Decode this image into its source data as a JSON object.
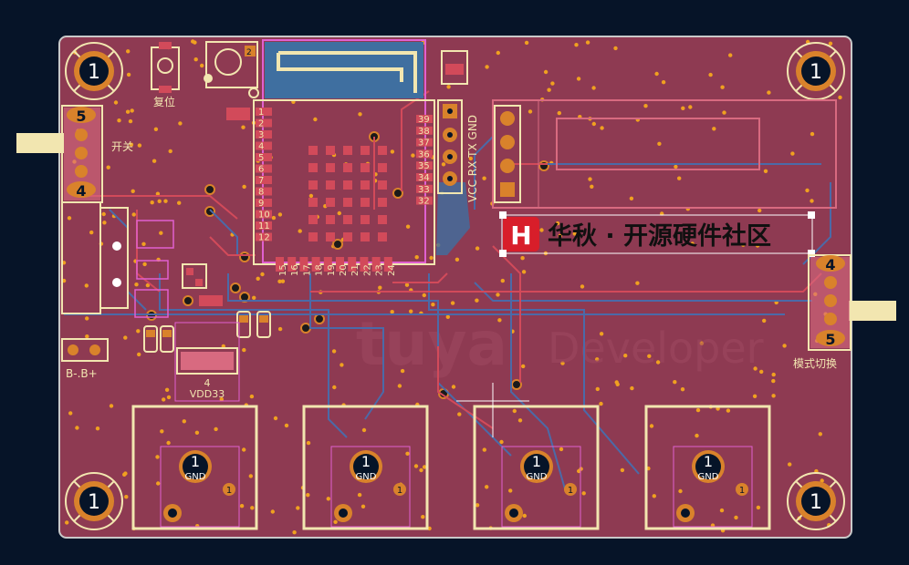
{
  "colors": {
    "background": "#061428",
    "board": "#8e3a52",
    "board_edge": "#c9c9c9",
    "silkscreen": "#f2e6b0",
    "copper_pad": "#d9822b",
    "via": "#f0a020",
    "trace_red": "#d24a5a",
    "trace_blue": "#4b6aa8",
    "module": "#3f6fa0",
    "keepout": "#e060d0",
    "logo_red": "#d81e2a"
  },
  "labels": {
    "reset": "复位",
    "switch": "开关",
    "battery": "B-.B+",
    "mode_switch": "模式切换",
    "vdd": "VDD33",
    "header_pins": "VCC RX TX GND",
    "brand": "华秋 · 开源硬件社区",
    "brand_logo_letter": "H",
    "watermark_tuya": "tuya",
    "watermark_developer": "Developer",
    "regulator_pin": "4",
    "gnd": "GND"
  },
  "mount_holes": [
    "1",
    "1",
    "1",
    "1"
  ],
  "switch_left_pins": [
    "5",
    "4"
  ],
  "switch_right_pins": [
    "4",
    "5"
  ],
  "module_pins_left": [
    "1",
    "2",
    "3",
    "4",
    "5",
    "6",
    "7",
    "8",
    "9",
    "10",
    "11",
    "12"
  ],
  "module_pins_right": [
    "39",
    "38",
    "37",
    "36",
    "35",
    "34",
    "33",
    "32"
  ],
  "module_pins_bottom": [
    "15",
    "16",
    "17",
    "18",
    "19",
    "20",
    "21",
    "22",
    "23",
    "24"
  ],
  "outputs": [
    {
      "gnd_pin": "1",
      "pin": "1"
    },
    {
      "gnd_pin": "1",
      "pin": "1"
    },
    {
      "gnd_pin": "1",
      "pin": "1"
    },
    {
      "gnd_pin": "1",
      "pin": "1"
    }
  ]
}
